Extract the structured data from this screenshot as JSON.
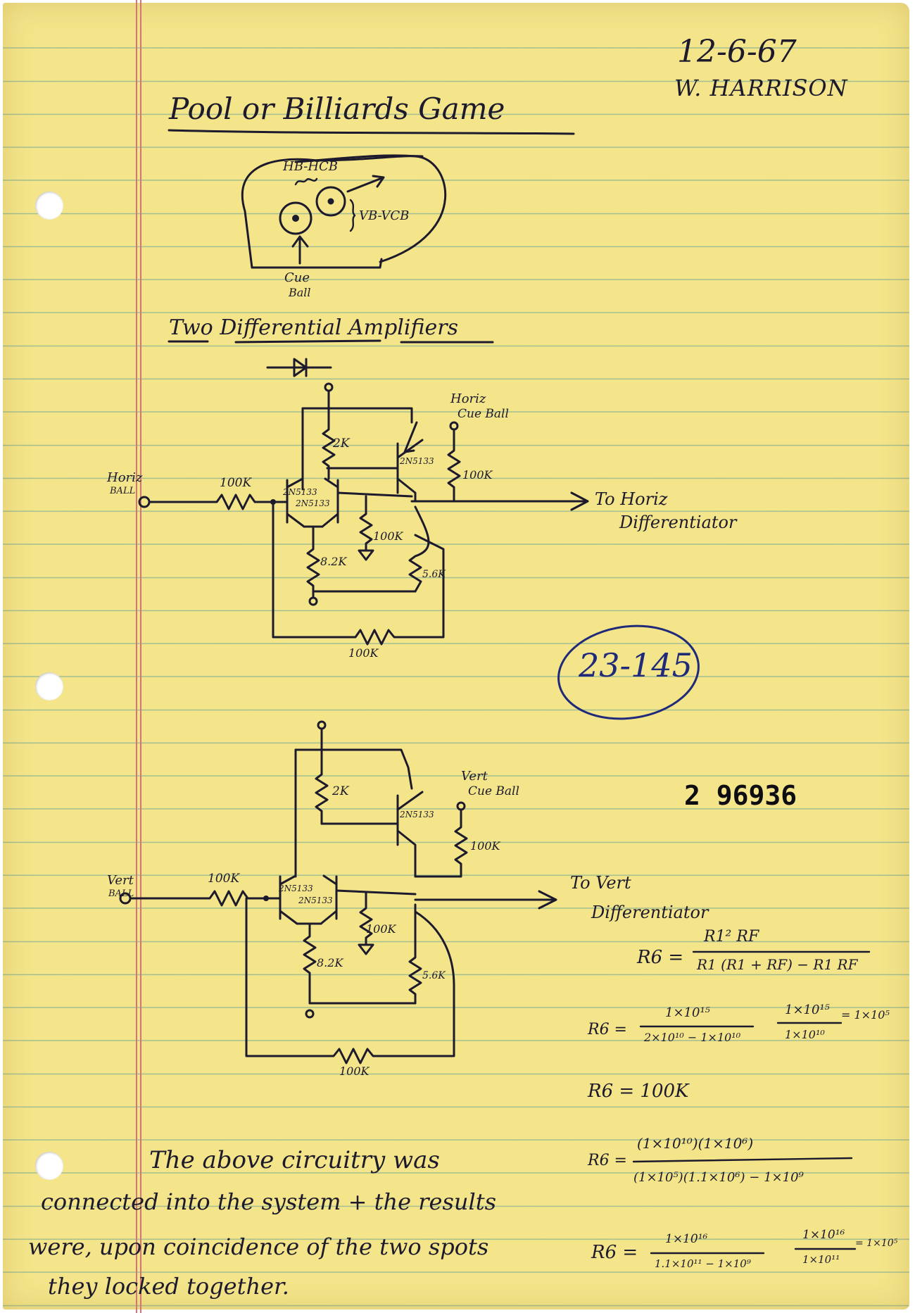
{
  "header": {
    "date": "12-6-67",
    "author": "W. HARRISON"
  },
  "title": "Pool or Billiards Game",
  "sketch": {
    "h_label": "HB-HCB",
    "v_label": "VB-VCB",
    "cue_label": "Cue",
    "ball_label": "Ball"
  },
  "section_heading": "Two Differential Amplifiers",
  "circuit_horizontal": {
    "input_label_1": "Horiz",
    "input_label_2": "BALL",
    "cue_label_1": "Horiz",
    "cue_label_2": "Cue Ball",
    "r_in": "100K",
    "r_collector": "2K",
    "transistor_a": "2N5133",
    "transistor_b": "2N5133",
    "transistor_c": "2N5133",
    "r_cue": "100K",
    "r_pot": "100K",
    "r_emitter": "8.2K",
    "r_right": "5.6K",
    "r_feedback": "100K",
    "output_1": "To Horiz",
    "output_2": "Differentiator"
  },
  "circuit_vertical": {
    "input_label_1": "Vert",
    "input_label_2": "BALL",
    "cue_label_1": "Vert",
    "cue_label_2": "Cue Ball",
    "r_in": "100K",
    "r_collector": "2K",
    "transistor_a": "2N5133",
    "transistor_b": "2N5133",
    "transistor_c": "2N5133",
    "r_cue": "100K",
    "r_pot": "100K",
    "r_emitter": "8.2K",
    "r_right": "5.6K",
    "r_feedback": "100K",
    "output_1": "To Vert",
    "output_2": "Differentiator"
  },
  "circled_number": "23-145",
  "stamp_number": "2 96936",
  "equations": {
    "eq1_lhs": "R6 =",
    "eq1_num": "R1² RF",
    "eq1_den": "R1 (R1 + RF) − R1 RF",
    "eq2_lhs": "R6 =",
    "eq2_num": "1×10¹⁵",
    "eq2_den": "2×10¹⁰ − 1×10¹⁰",
    "eq2_mid_num": "1×10¹⁵",
    "eq2_mid_den": "1×10¹⁰",
    "eq2_res": "= 1×10⁵",
    "eq3": "R6 = 100K",
    "eq4_lhs": "R6 =",
    "eq4_num": "(1×10¹⁰)(1×10⁶)",
    "eq4_den": "(1×10⁵)(1.1×10⁶) − 1×10⁹",
    "eq5_lhs": "R6 =",
    "eq5_num": "1×10¹⁶",
    "eq5_den": "1.1×10¹¹ − 1×10⁹",
    "eq5_mid_num": "1×10¹⁶",
    "eq5_mid_den": "1×10¹¹",
    "eq5_res": "= 1×10⁵"
  },
  "notes": {
    "line1": "The above circuitry was",
    "line2": "connected into the system + the results",
    "line3": "were, upon coincidence of the two spots",
    "line4": "they locked together."
  },
  "colors": {
    "paper": "#f4e58a",
    "rule_line": "#609e96",
    "margin_line": "#d7747a",
    "pencil": "#1c1a2c",
    "blue_ink": "#1f2a7a",
    "stamp_ink": "#0d0d12"
  }
}
